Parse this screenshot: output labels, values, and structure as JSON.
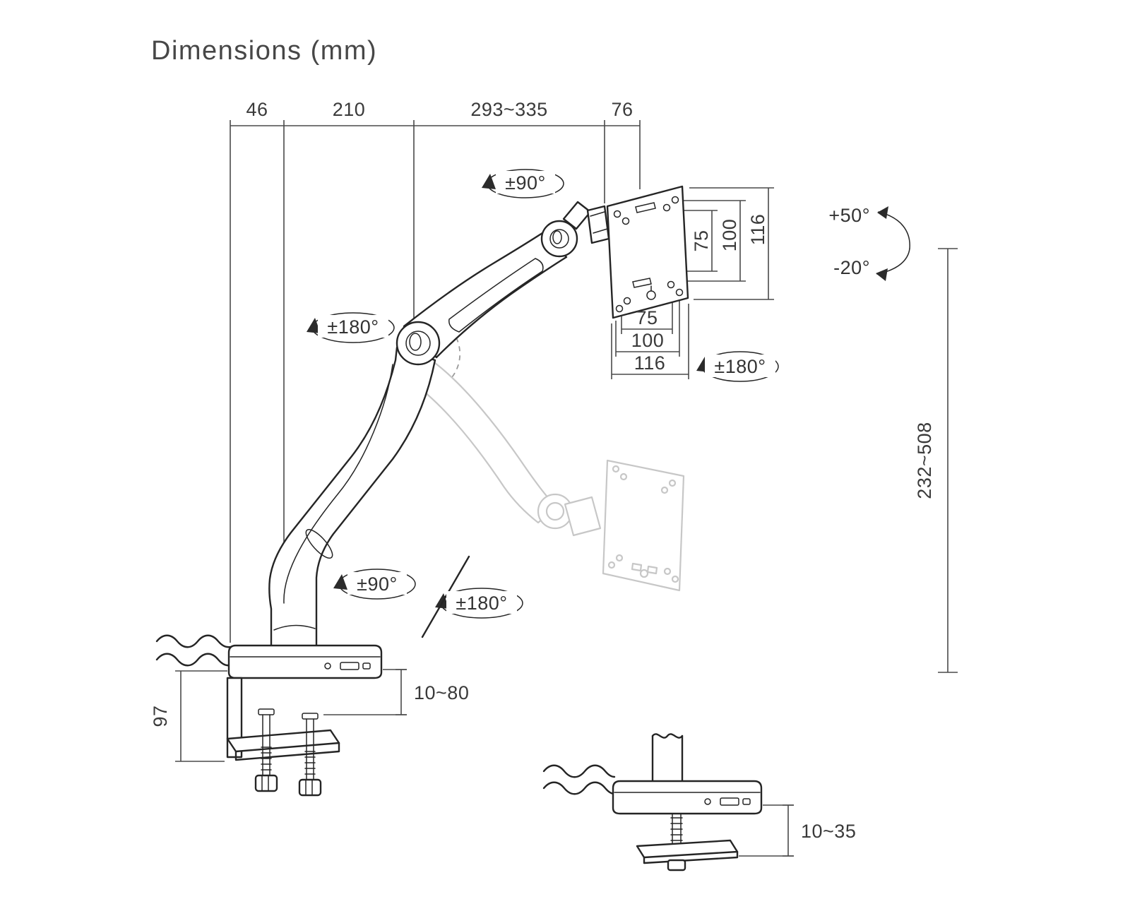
{
  "title": "Dimensions (mm)",
  "dimensions": {
    "top": {
      "seg1": "46",
      "seg2": "210",
      "seg3": "293~335",
      "seg4": "76"
    },
    "height_range": "232~508",
    "clamp_depth": "97",
    "clamp_range": "10~80",
    "grommet_range": "10~35",
    "vesa_vertical": {
      "v75": "75",
      "v100": "100",
      "v116": "116"
    },
    "vesa_horizontal": {
      "h75": "75",
      "h100": "100",
      "h116": "116"
    }
  },
  "rotations": {
    "head_swivel": "±90°",
    "elbow_swivel": "±180°",
    "base_tilt": "±90°",
    "base_swivel": "±180°",
    "screen_rotation": "±180°",
    "tilt_up": "+50°",
    "tilt_down": "-20°"
  }
}
